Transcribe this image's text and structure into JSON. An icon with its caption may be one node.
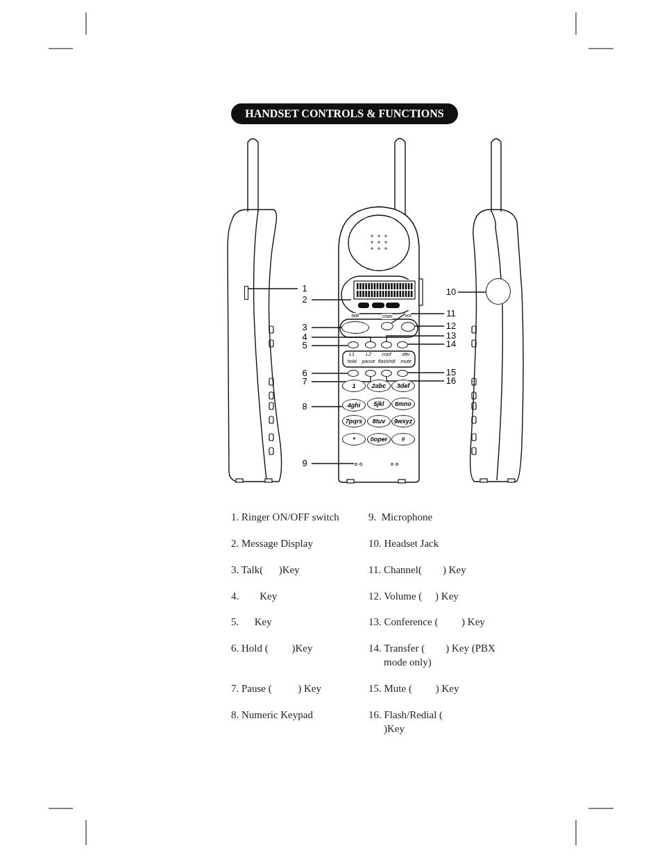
{
  "diagram": {
    "title": "HANDSET CONTROLS & FUNCTIONS",
    "nodes": [
      {
        "text": [
          "1"
        ]
      },
      {
        "text": [
          "2"
        ]
      },
      {
        "text": [
          "3"
        ]
      },
      {
        "text": [
          "4"
        ]
      },
      {
        "text": [
          "5"
        ]
      },
      {
        "text": [
          "6"
        ]
      },
      {
        "text": [
          "7"
        ]
      },
      {
        "text": [
          "8"
        ]
      },
      {
        "text": [
          "9"
        ]
      },
      {
        "text": [
          "10"
        ]
      },
      {
        "text": [
          "11"
        ]
      },
      {
        "text": [
          "12"
        ]
      },
      {
        "text": [
          "13"
        ]
      },
      {
        "text": [
          "14"
        ]
      },
      {
        "text": [
          "15"
        ]
      },
      {
        "text": [
          "16"
        ]
      },
      {
        "text": [],
        "shape": "box"
      },
      {
        "text": [],
        "shape": "box"
      },
      {
        "text": [],
        "shape": "ellipse"
      },
      {
        "text": [],
        "shape": "ellipse"
      },
      {
        "text": [],
        "shape": "ellipse"
      },
      {
        "text": [],
        "shape": "ellipse"
      },
      {
        "text": [],
        "shape": "ellipse"
      },
      {
        "text": [],
        "shape": "circle"
      },
      {
        "text": [],
        "shape": "ellipse"
      },
      {
        "text": [],
        "shape": "ellipse"
      },
      {
        "text": [],
        "shape": "ellipse"
      },
      {
        "text": [],
        "shape": "ellipse"
      },
      {
        "text": [],
        "shape": "ellipse"
      },
      {
        "text": [],
        "shape": "ellipse"
      },
      {
        "text": [],
        "shape": "ellipse"
      },
      {
        "text": [
          "4ghi"
        ]
      }
    ],
    "edges": [
      {
        "from": 0,
        "to": 16,
        "arrow": "none"
      },
      {
        "from": 1,
        "to": 17,
        "arrow": "none"
      },
      {
        "from": 2,
        "to": 18,
        "arrow": "none"
      },
      {
        "from": 3,
        "to": 19,
        "arrow": "none"
      },
      {
        "from": 4,
        "to": 20,
        "arrow": "none"
      },
      {
        "from": 5,
        "to": 21,
        "arrow": "none"
      },
      {
        "from": 6,
        "to": 22,
        "arrow": "none"
      },
      {
        "from": 7,
        "to": 31,
        "arrow": "none"
      },
      {
        "from": 8,
        "to": 23,
        "arrow": "none"
      },
      {
        "from": 9,
        "to": 24,
        "arrow": "none"
      },
      {
        "from": 10,
        "to": 25,
        "arrow": "none"
      },
      {
        "from": 11,
        "to": 26,
        "arrow": "none"
      },
      {
        "from": 12,
        "to": 27,
        "arrow": "none"
      },
      {
        "from": 13,
        "to": 28,
        "arrow": "none"
      },
      {
        "from": 14,
        "to": 29,
        "arrow": "none"
      },
      {
        "from": 15,
        "to": 30,
        "arrow": "none"
      }
    ],
    "labels": [
      "talk",
      "chan",
      "vol",
      "L1",
      "L2",
      "conf",
      "xfer",
      "hold",
      "pause",
      "flash/rdl",
      "mute",
      "1",
      "2abc",
      "3def",
      "5jkl",
      "6mno",
      "7pqrs",
      "8tuv",
      "9wxyz",
      "*",
      "0oper",
      "#",
      "1. Ringer ON/OFF switch",
      "9.  Microphone",
      "2. Message Display",
      "10. Headset Jack",
      "3. Talk(      )Key",
      "11. Channel(        ) Key",
      "4.        Key",
      "12. Volume (     ) Key",
      "5.      Key",
      "13. Conference (         ) Key",
      "6. Hold (         )Key",
      "14. Transfer (        ) Key (PBX mode only)",
      "7. Pause (          ) Key",
      "15. Mute (         ) Key",
      "8. Numeric Keypad",
      "16. Flash/Redial (                   )Key"
    ]
  }
}
